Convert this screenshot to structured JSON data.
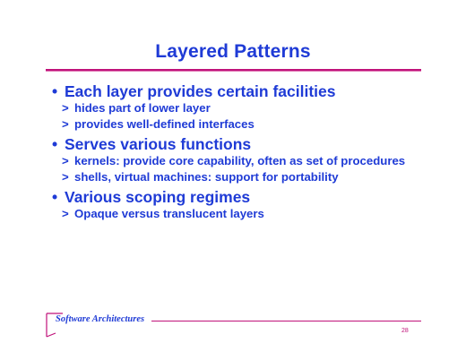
{
  "slide": {
    "title": "Layered Patterns",
    "sections": [
      {
        "bullet_symbol": "•",
        "heading": "Each layer provides certain facilities",
        "items": [
          "hides part of lower layer",
          "provides well-defined interfaces"
        ]
      },
      {
        "bullet_symbol": "•",
        "heading": "Serves various functions",
        "items": [
          "kernels: provide core capability, often as set of procedures",
          "shells, virtual machines: support for portability"
        ]
      },
      {
        "bullet_symbol": "•",
        "heading": "Various scoping regimes",
        "items": [
          "Opaque versus translucent layers"
        ]
      }
    ],
    "sub_bullet_symbol": ">",
    "footer": {
      "brand": "Software Architectures",
      "page_number": "28"
    },
    "colors": {
      "text": "#1f3bd6",
      "accent": "#c0127a"
    }
  }
}
